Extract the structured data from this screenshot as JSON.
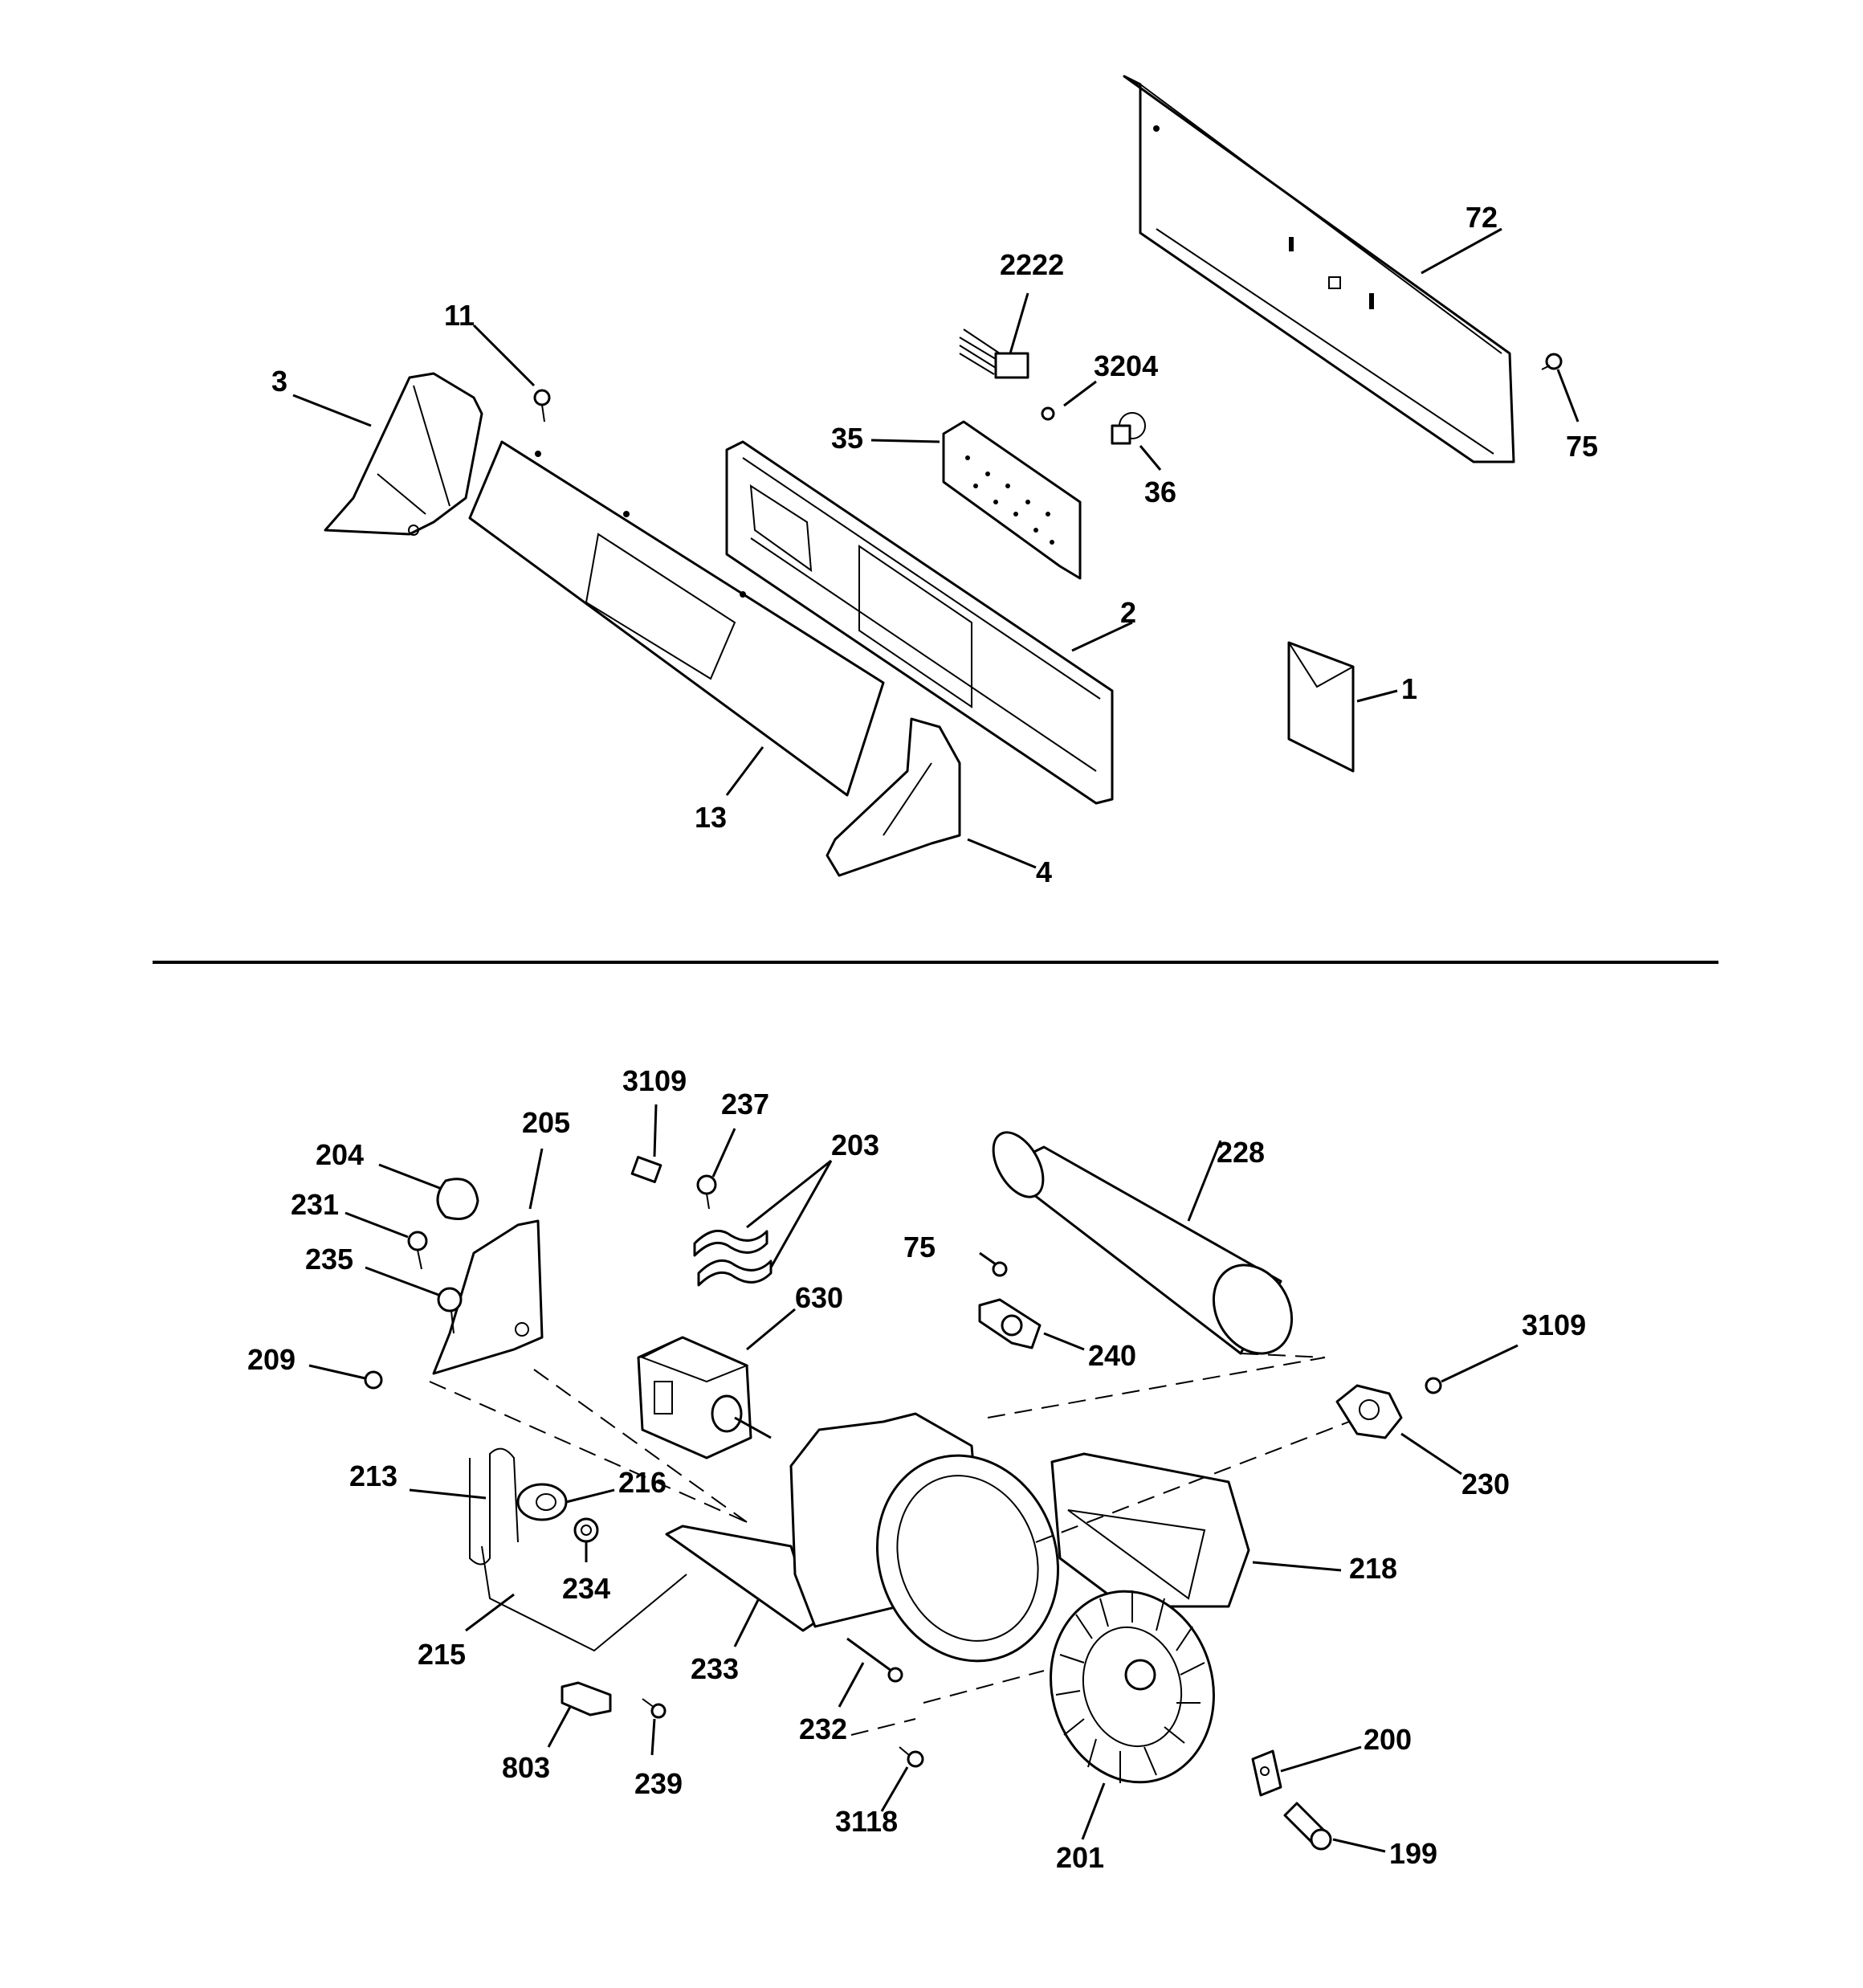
{
  "upper_group": {
    "labels": {
      "p1": "1",
      "p2": "2",
      "p3": "3",
      "p4": "4",
      "p11": "11",
      "p13": "13",
      "p35": "35",
      "p36": "36",
      "p72": "72",
      "p75": "75",
      "p2222": "2222",
      "p3204": "3204"
    }
  },
  "lower_group": {
    "labels": {
      "p199": "199",
      "p200": "200",
      "p201": "201",
      "p203": "203",
      "p204": "204",
      "p205": "205",
      "p209": "209",
      "p213": "213",
      "p215": "215",
      "p216": "216",
      "p218": "218",
      "p228": "228",
      "p230": "230",
      "p231": "231",
      "p232": "232",
      "p233": "233",
      "p234": "234",
      "p235": "235",
      "p237": "237",
      "p239": "239",
      "p240": "240",
      "p630": "630",
      "p75b": "75",
      "p803": "803",
      "p3109a": "3109",
      "p3109b": "3109",
      "p3118": "3118"
    }
  }
}
